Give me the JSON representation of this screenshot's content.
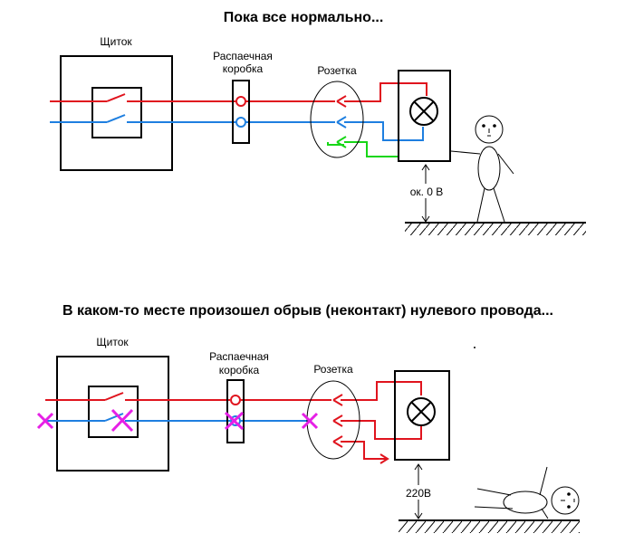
{
  "top": {
    "title": "Пока все нормально...",
    "panel_label": "Щиток",
    "junction_label_line1": "Распаечная",
    "junction_label_line2": "коробка",
    "socket_label": "Розетка",
    "voltage_label": "ок. 0 В"
  },
  "bottom": {
    "title": "В каком-то месте произошел обрыв (неконтакт) нулевого провода...",
    "panel_label": "Щиток",
    "junction_label_line1": "Распаечная",
    "junction_label_line2": "коробка",
    "socket_label": "Розетка",
    "voltage_label": "220В"
  },
  "colors": {
    "phase": "#e0141e",
    "neutral": "#1e7fe0",
    "ground": "#17d617",
    "break_mark": "#e620e6"
  }
}
